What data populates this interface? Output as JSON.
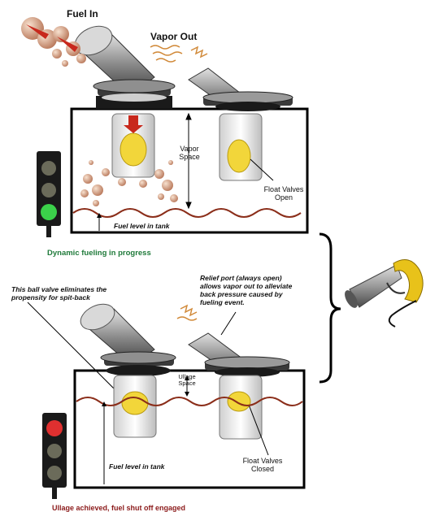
{
  "labels": {
    "fuel_in": "Fuel In",
    "vapor_out": "Vapor Out",
    "vapor_space_1": "Vapor",
    "vapor_space_2": "Space",
    "float_open_1": "Float Valves",
    "float_open_2": "Open",
    "fuel_level_top": "Fuel level in tank",
    "status_top": "Dynamic fueling in progress",
    "ball_valve_note_1": "This ball valve eliminates the",
    "ball_valve_note_2": "propensity for spit-back",
    "relief_note_1": "Relief port (always open)",
    "relief_note_2": "allows vapor out to alleviate",
    "relief_note_3": "back pressure caused by",
    "relief_note_4": "fueling event.",
    "ullage_1": "Ullage",
    "ullage_2": "Space",
    "fuel_level_bottom": "Fuel level in tank",
    "float_closed_1": "Float Valves",
    "float_closed_2": "Closed",
    "status_bottom": "Ullage achieved, fuel shut off engaged"
  },
  "colors": {
    "status_top": "#1f7a3a",
    "status_bottom": "#8b1a1a",
    "fuel_wave": "#8b2e1a",
    "light_green": "#3bd14a",
    "light_red": "#e03030",
    "light_off": "#6b6b5a",
    "nozzle_yellow": "#e8c21a",
    "float_yellow": "#f2d63a"
  },
  "icons": {
    "top_traffic_light": "traffic-light-green-icon",
    "bottom_traffic_light": "traffic-light-red-icon",
    "fuel_nozzle": "fuel-nozzle-icon",
    "brace": "curly-brace-icon"
  }
}
